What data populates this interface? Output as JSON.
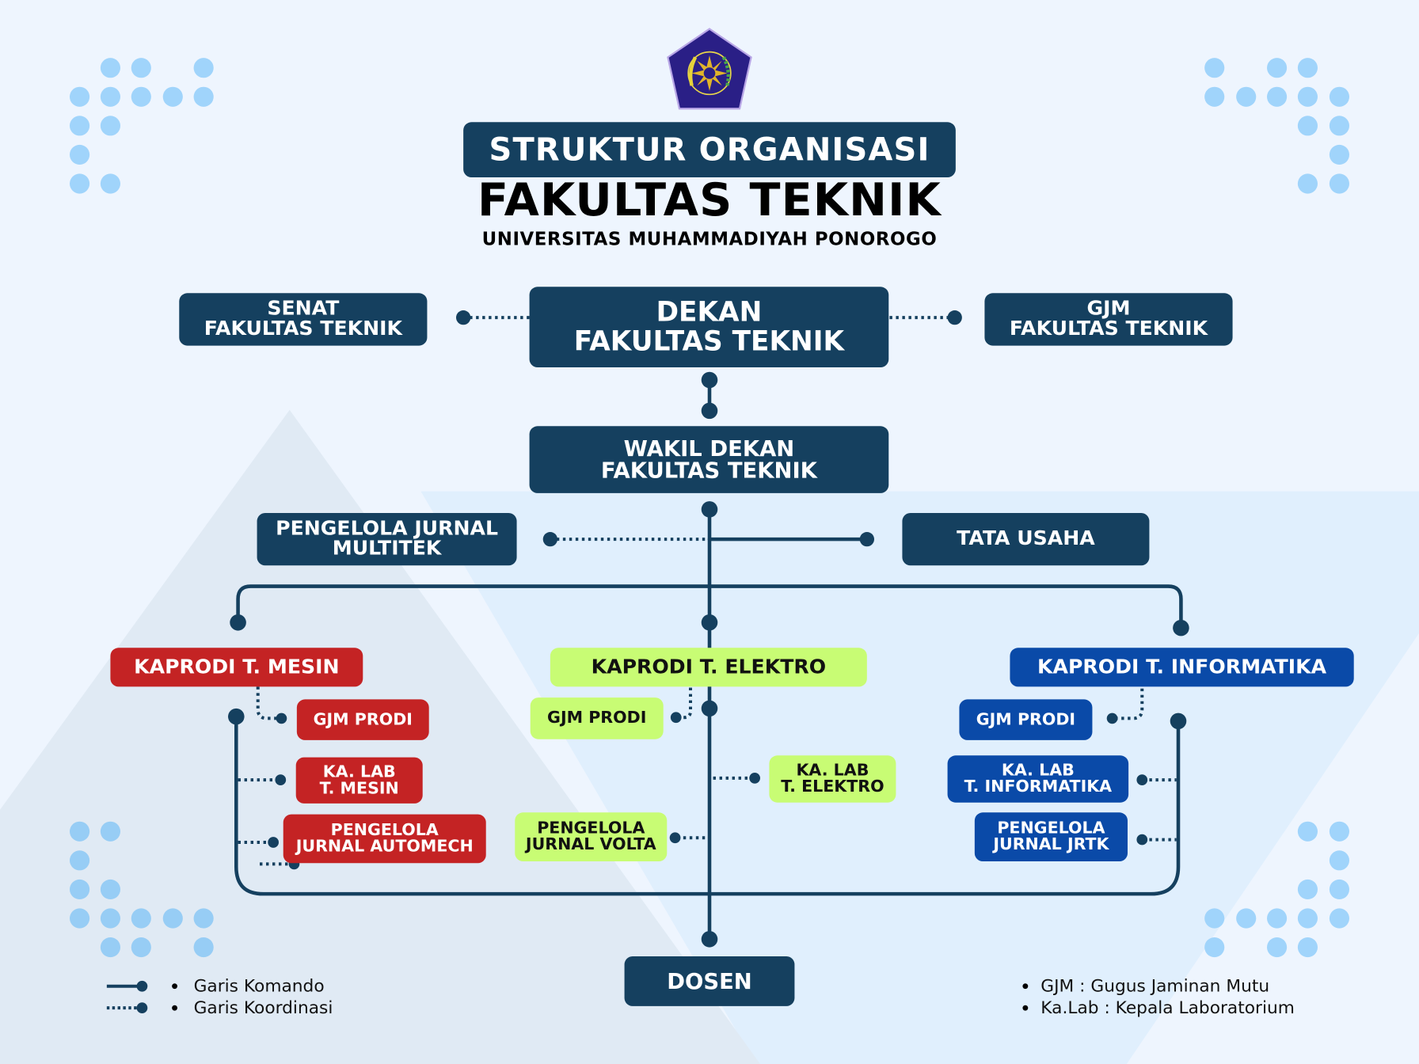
{
  "header": {
    "logo": {
      "icon": "university-crest-icon",
      "top_text": "UNIVERSITAS MUHAMMADIYAH",
      "bottom_text": "PONOROGO"
    },
    "banner": "STRUKTUR ORGANISASI",
    "title": "FAKULTAS TEKNIK",
    "subtitle": "UNIVERSITAS MUHAMMADIYAH PONOROGO"
  },
  "colors": {
    "navy": "#15405f",
    "mesin_red": "#c42324",
    "elektro_lime": "#c8fc74",
    "informatika_blue": "#0a4aa8",
    "background": "#eef5fe",
    "dot_decor": "#a0d4fb",
    "line": "#15405f"
  },
  "nodes": {
    "senat": {
      "line1": "SENAT",
      "line2": "FAKULTAS TEKNIK"
    },
    "dekan": {
      "line1": "DEKAN",
      "line2": "FAKULTAS TEKNIK"
    },
    "gjm": {
      "line1": "GJM",
      "line2": "FAKULTAS TEKNIK"
    },
    "wakil_dekan": {
      "line1": "WAKIL DEKAN",
      "line2": "FAKULTAS TEKNIK"
    },
    "pengelola_multitek": {
      "line1": "PENGELOLA JURNAL",
      "line2": "MULTITEK"
    },
    "tata_usaha": {
      "line1": "TATA USAHA"
    },
    "dosen": {
      "line1": "DOSEN"
    }
  },
  "prodi": {
    "mesin": {
      "kaprodi": "KAPRODI T. MESIN",
      "gjm": "GJM PRODI",
      "kalab": {
        "line1": "KA. LAB",
        "line2": "T. MESIN"
      },
      "jurnal": {
        "line1": "PENGELOLA",
        "line2": "JURNAL AUTOMECH"
      }
    },
    "elektro": {
      "kaprodi": "KAPRODI T. ELEKTRO",
      "gjm": "GJM PRODI",
      "kalab": {
        "line1": "KA. LAB",
        "line2": "T. ELEKTRO"
      },
      "jurnal": {
        "line1": "PENGELOLA",
        "line2": "JURNAL VOLTA"
      }
    },
    "informatika": {
      "kaprodi": "KAPRODI T. INFORMATIKA",
      "gjm": "GJM PRODI",
      "kalab": {
        "line1": "KA. LAB",
        "line2": "T. INFORMATIKA"
      },
      "jurnal": {
        "line1": "PENGELOLA",
        "line2": "JURNAL JRTK"
      }
    }
  },
  "legend": {
    "lines": [
      {
        "style": "solid",
        "label": "Garis Komando"
      },
      {
        "style": "dotted",
        "label": "Garis Koordinasi"
      }
    ],
    "abbreviations": [
      "GJM : Gugus Jaminan Mutu",
      "Ka.Lab : Kepala Laboratorium"
    ]
  }
}
